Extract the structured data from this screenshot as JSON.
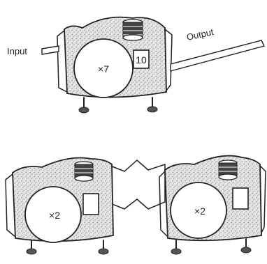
{
  "labels": {
    "input": "Input",
    "output": "Output"
  },
  "machines": [
    {
      "id": "top",
      "multiplier": "×7",
      "display": "10"
    },
    {
      "id": "bottom-left",
      "multiplier": "×2",
      "display": ""
    },
    {
      "id": "bottom-right",
      "multiplier": "×2",
      "display": ""
    }
  ],
  "colors": {
    "ink": "#222222",
    "speckle": "#bdbdbd",
    "paper": "#ffffff"
  }
}
